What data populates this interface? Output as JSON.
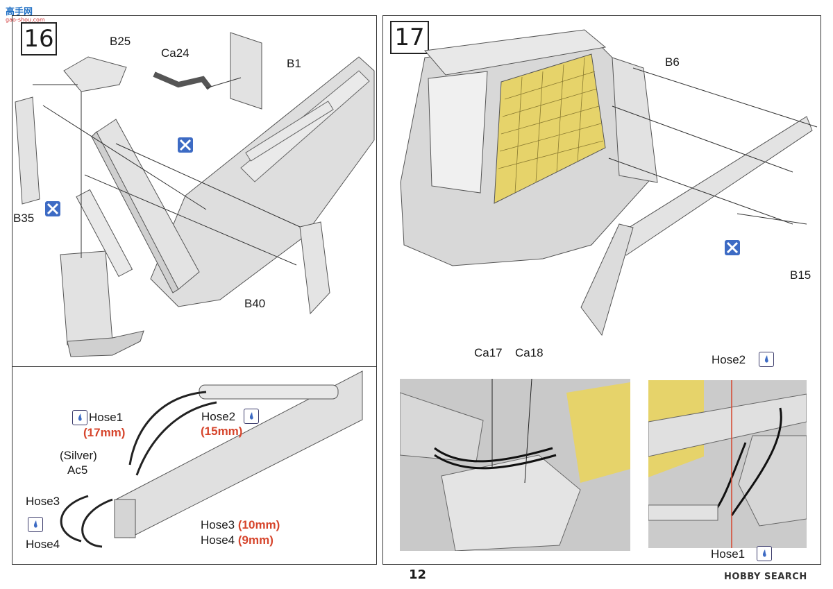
{
  "site_logo": {
    "text": "高手网",
    "sub": "gao-shou.com"
  },
  "step16": {
    "number": "16",
    "labels": {
      "b25": "B25",
      "ca24": "Ca24",
      "b1": "B1",
      "b35": "B35",
      "b40": "B40"
    }
  },
  "hose_section": {
    "hose1": "Hose1",
    "hose1_len": "(17mm)",
    "hose2": "Hose2",
    "hose2_len": "(15mm)",
    "silver": "(Silver)",
    "ac5": "Ac5",
    "hose3": "Hose3",
    "hose4": "Hose4",
    "hose3_spec": "Hose3",
    "hose3_spec_len": "(10mm)",
    "hose4_spec": "Hose4",
    "hose4_spec_len": "(9mm)"
  },
  "step17": {
    "number": "17",
    "labels": {
      "b6": "B6",
      "b15": "B15",
      "ca17": "Ca17",
      "ca18": "Ca18",
      "hose2": "Hose2",
      "hose1": "Hose1"
    }
  },
  "footer": {
    "page_number": "12",
    "brand": "HOBBY SEARCH"
  },
  "icons": {
    "glue": "glue-drop-icon",
    "no_glue": "no-glue-icon"
  },
  "colors": {
    "frame": "#333333",
    "highlight_red": "#d6452c",
    "icon_blue": "#3d6bc4",
    "mesh_yellow": "#e6d36a",
    "part_grey": "#d9d9d9"
  }
}
